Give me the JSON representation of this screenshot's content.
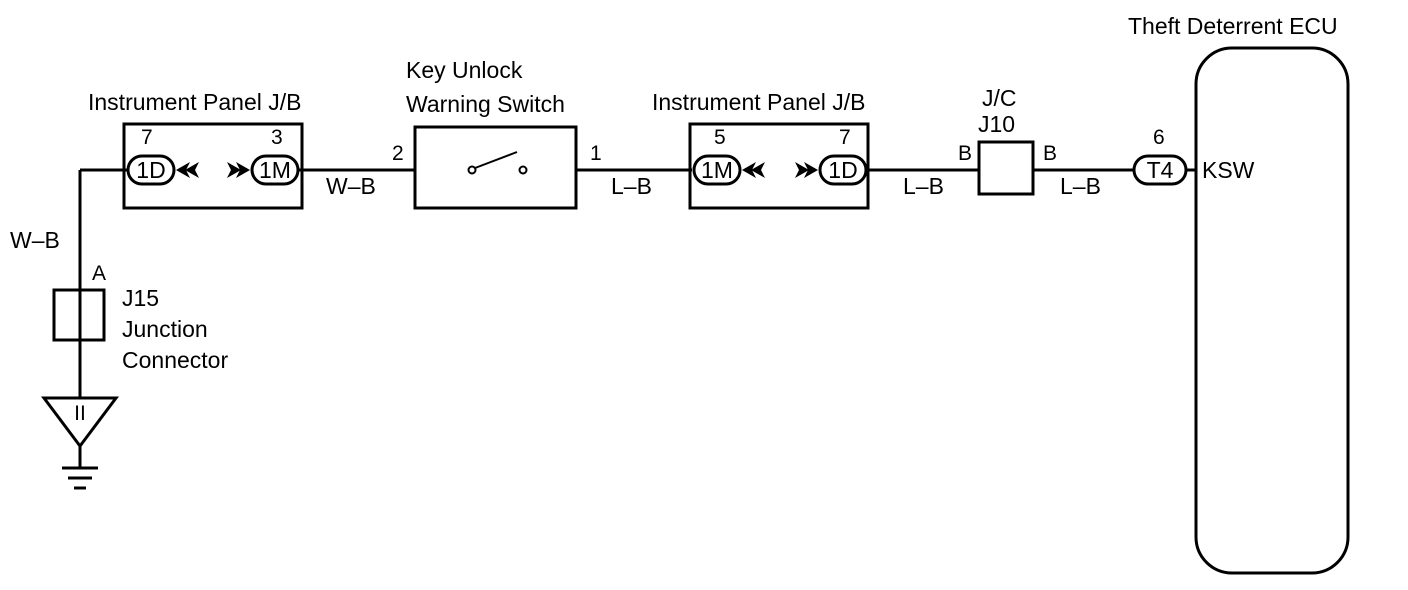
{
  "ecu": {
    "title": "Theft Deterrent ECU",
    "connector": "T4",
    "pin": "6",
    "terminal": "KSW"
  },
  "jb_left": {
    "title": "Instrument Panel J/B",
    "pin_left": "7",
    "pin_right": "3",
    "conn_left": "1D",
    "conn_right": "1M"
  },
  "switch": {
    "title_line1": "Key Unlock",
    "title_line2": "Warning Switch",
    "pin_left": "2",
    "pin_right": "1"
  },
  "jb_right": {
    "title": "Instrument Panel J/B",
    "pin_left": "5",
    "pin_right": "7",
    "conn_left": "1M",
    "conn_right": "1D"
  },
  "jc": {
    "title_line1": "J/C",
    "title_line2": "J10",
    "pin_left": "B",
    "pin_right": "B"
  },
  "j15": {
    "pin": "A",
    "line1": "J15",
    "line2": "Junction",
    "line3": "Connector"
  },
  "ground_symbol": "II",
  "wires": {
    "left_vertical": "W–B",
    "jb_to_switch": "W–B",
    "switch_to_jb": "L–B",
    "jb_to_jc": "L–B",
    "jc_to_ecu": "L–B"
  }
}
